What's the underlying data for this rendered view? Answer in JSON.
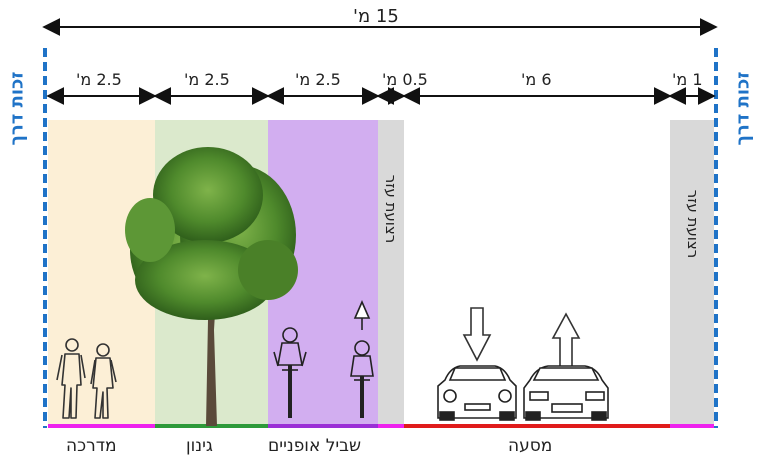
{
  "total_width_label": "15 מ'",
  "right_of_way_label": "זכות דרך",
  "segments": [
    {
      "key": "sidewalk",
      "width_label": "2.5 מ'",
      "name": "מדרכה",
      "fill": "#fcefd6",
      "line": "#ee22ee"
    },
    {
      "key": "planting",
      "width_label": "2.5 מ'",
      "name": "גינון",
      "fill": "#dbe9cc",
      "line": "#2e9a3a"
    },
    {
      "key": "bike",
      "width_label": "2.5 מ'",
      "name": "שביל אופניים",
      "fill": "#d2aef0",
      "line": "#9b2fd6"
    },
    {
      "key": "buffer_left",
      "width_label": "0.5 מ'",
      "name": "רצועת עזר",
      "fill": "#d9d9d9",
      "line": "#ee22ee"
    },
    {
      "key": "roadway",
      "width_label": "6 מ'",
      "name": "מסעה",
      "fill": "#ffffff",
      "line": "#e01b1b"
    },
    {
      "key": "buffer_right",
      "width_label": "1 מ'",
      "name": "רצועת עזר",
      "fill": "#d9d9d9",
      "line": "#ee22ee"
    }
  ],
  "colors": {
    "row_line": "#1f73c7",
    "dimension": "#111111"
  }
}
